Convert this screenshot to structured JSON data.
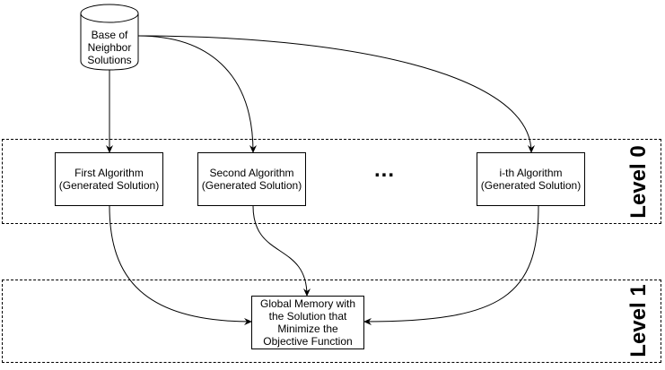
{
  "database": {
    "label": "Base of\nNeighbor\nSolutions"
  },
  "levels": [
    {
      "label": "Level 0"
    },
    {
      "label": "Level 1"
    }
  ],
  "algorithms": [
    {
      "label": "First Algorithm\n(Generated Solution)"
    },
    {
      "label": "Second Algorithm\n(Generated Solution)"
    },
    {
      "label": "i-th Algorithm\n(Generated Solution)"
    }
  ],
  "ellipsis": "...",
  "memory": {
    "label": "Global Memory with\nthe Solution that\nMinimize the\nObjective Function"
  }
}
